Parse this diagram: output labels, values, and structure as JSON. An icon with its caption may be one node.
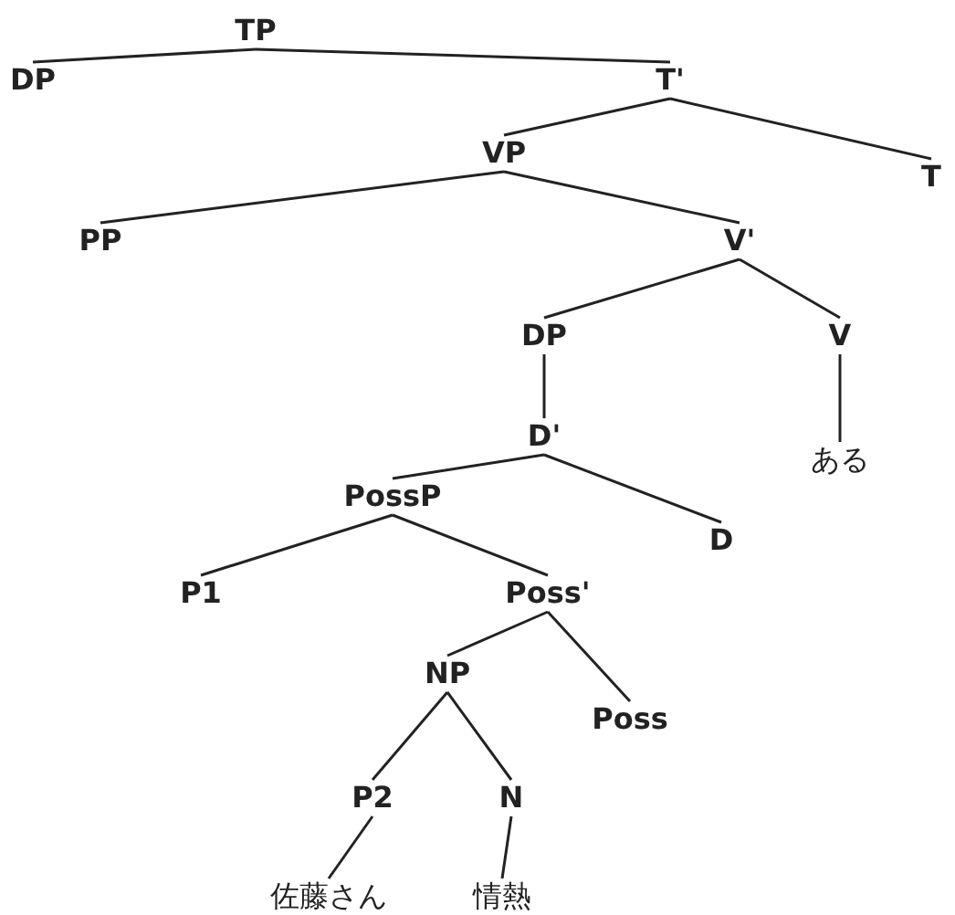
{
  "diagram": {
    "nodes": [
      {
        "text": [
          "TP"
        ]
      },
      {
        "text": [
          "DP"
        ]
      },
      {
        "text": [
          "T'"
        ]
      },
      {
        "text": [
          "VP"
        ]
      },
      {
        "text": [
          "T"
        ]
      },
      {
        "text": [
          "PP"
        ]
      },
      {
        "text": [
          "V'"
        ]
      },
      {
        "text": [
          "DP"
        ]
      },
      {
        "text": [
          "V"
        ]
      },
      {
        "text": [
          "D'"
        ]
      },
      {
        "text": [
          "ある"
        ]
      },
      {
        "text": [
          "PossP"
        ]
      },
      {
        "text": [
          "D"
        ]
      },
      {
        "text": [
          "P1"
        ]
      },
      {
        "text": [
          "Poss'"
        ]
      },
      {
        "text": [
          "NP"
        ]
      },
      {
        "text": [
          "Poss"
        ]
      },
      {
        "text": [
          "P2"
        ]
      },
      {
        "text": [
          "N"
        ]
      },
      {
        "text": [
          "佐藤さん"
        ]
      },
      {
        "text": [
          "情熱"
        ]
      }
    ],
    "edges": [
      {
        "from": 0,
        "to": 1,
        "arrow": "none"
      },
      {
        "from": 0,
        "to": 2,
        "arrow": "none"
      },
      {
        "from": 2,
        "to": 3,
        "arrow": "none"
      },
      {
        "from": 2,
        "to": 4,
        "arrow": "none"
      },
      {
        "from": 3,
        "to": 5,
        "arrow": "none"
      },
      {
        "from": 3,
        "to": 6,
        "arrow": "none"
      },
      {
        "from": 6,
        "to": 7,
        "arrow": "none"
      },
      {
        "from": 6,
        "to": 8,
        "arrow": "none"
      },
      {
        "from": 7,
        "to": 9,
        "arrow": "none"
      },
      {
        "from": 8,
        "to": 10,
        "arrow": "none"
      },
      {
        "from": 9,
        "to": 11,
        "arrow": "none"
      },
      {
        "from": 9,
        "to": 12,
        "arrow": "none"
      },
      {
        "from": 11,
        "to": 13,
        "arrow": "none"
      },
      {
        "from": 11,
        "to": 14,
        "arrow": "none"
      },
      {
        "from": 14,
        "to": 15,
        "arrow": "none"
      },
      {
        "from": 14,
        "to": 16,
        "arrow": "none"
      },
      {
        "from": 15,
        "to": 17,
        "arrow": "none"
      },
      {
        "from": 15,
        "to": 18,
        "arrow": "none"
      },
      {
        "from": 17,
        "to": 19,
        "arrow": "none"
      },
      {
        "from": 18,
        "to": 20,
        "arrow": "none"
      }
    ]
  }
}
